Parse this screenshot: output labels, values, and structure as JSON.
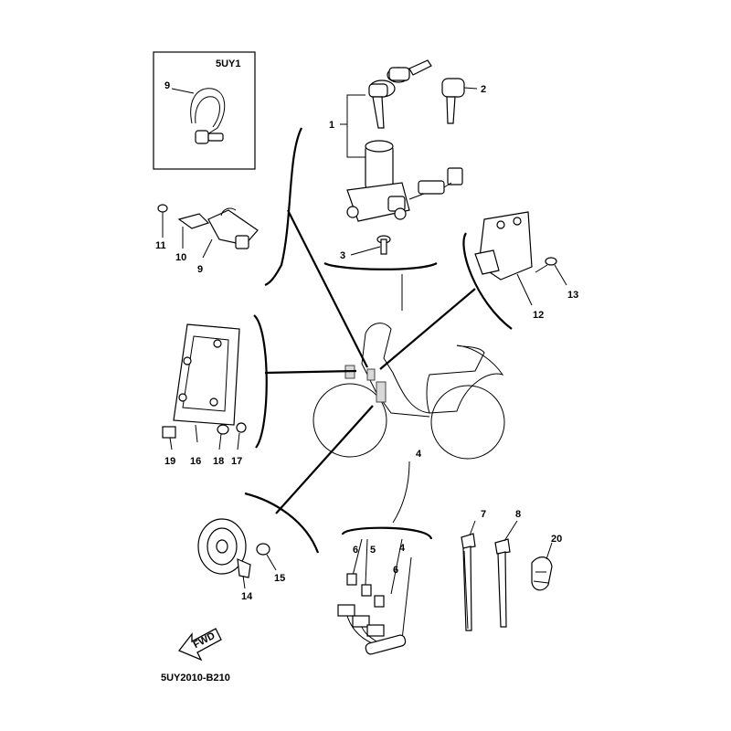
{
  "inset": {
    "title": "5UY1"
  },
  "diagram_code": "5UY2010-B210",
  "fwd_label": "FWD",
  "callouts": {
    "c1": "1",
    "c2": "2",
    "c3": "3",
    "c4a": "4",
    "c4b": "4",
    "c5": "5",
    "c6a": "6",
    "c6b": "6",
    "c7": "7",
    "c8": "8",
    "c9a": "9",
    "c9b": "9",
    "c10": "10",
    "c11": "11",
    "c12": "12",
    "c13": "13",
    "c14": "14",
    "c15": "15",
    "c16": "16",
    "c17": "17",
    "c18": "18",
    "c19": "19",
    "c20": "20"
  }
}
